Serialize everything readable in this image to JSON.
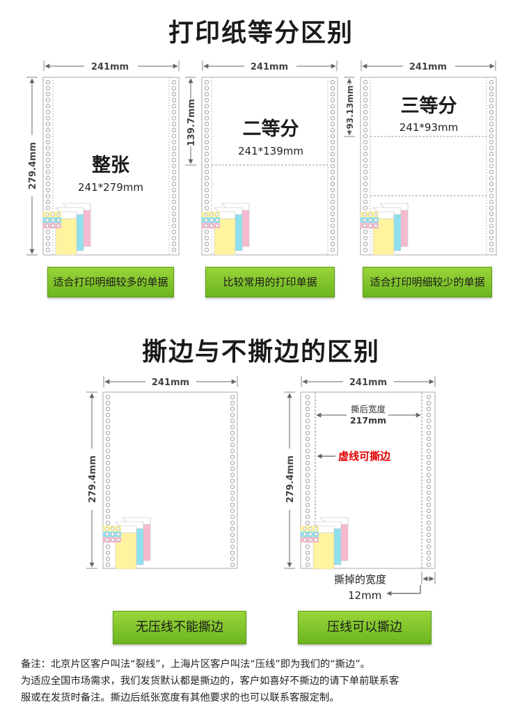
{
  "section1": {
    "title": "打印纸等分区别",
    "panels": [
      {
        "width_label": "241mm",
        "height_label": "279.4mm",
        "big_label": "整张",
        "size_label": "241*279mm",
        "button": "适合打印明细较多的单据"
      },
      {
        "width_label": "241mm",
        "height_label": "139.7mm",
        "big_label": "二等分",
        "size_label": "241*139mm",
        "button": "比较常用的打印单据"
      },
      {
        "width_label": "241mm",
        "height_label": "93.13mm",
        "big_label": "三等分",
        "size_label": "241*93mm",
        "button": "适合打印明细较少的单据"
      }
    ]
  },
  "section2": {
    "title": "撕边与不撕边的区别",
    "left": {
      "width_label": "241mm",
      "height_label": "279.4mm",
      "button": "无压线不能撕边"
    },
    "right": {
      "width_label": "241mm",
      "height_label": "279.4mm",
      "inner_label": "撕后宽度",
      "inner_value": "217mm",
      "dashed_label": "虚线可撕边",
      "torn_label": "撕掉的宽度",
      "torn_value": "12mm",
      "button": "压线可以撕边"
    }
  },
  "note": {
    "line1": "备注：北京片区客户叫法“裂线”，上海片区客户叫法“压线”即为我们的“撕边”。",
    "line2": "为适应全国市场需求，我们发货默认都是撕边的，客户如喜好不撕边的请下单前联系客",
    "line3": "服或在发货时备注。撕边后纸张宽度有其他要求的也可以联系客服定制。"
  },
  "colors": {
    "button_green": "#7cc22a",
    "stack_yellow": "#fff3a0",
    "stack_cyan": "#8fe0ee",
    "stack_pink": "#f6b9cf",
    "red_label": "#e00000"
  }
}
